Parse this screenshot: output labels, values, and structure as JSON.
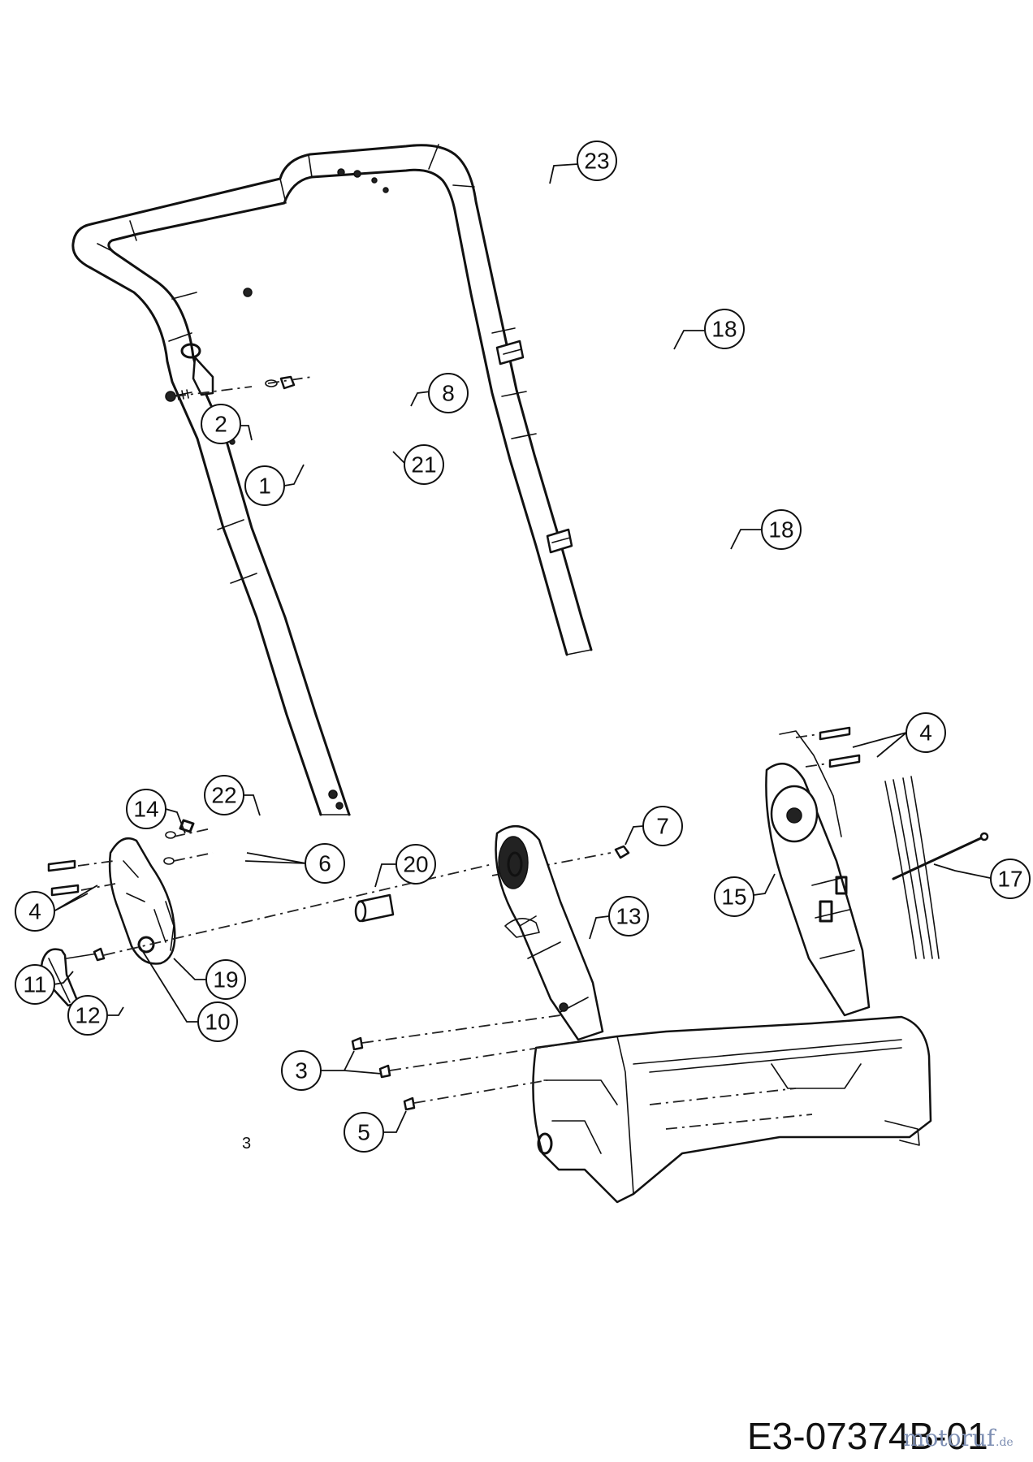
{
  "drawing": {
    "code": "E3-07374B-01",
    "page_note": "3",
    "watermark": "motoruf",
    "watermark_suffix": ".de",
    "callouts": [
      "23",
      "18",
      "18",
      "8",
      "21",
      "2",
      "1",
      "4",
      "14",
      "22",
      "6",
      "7",
      "20",
      "4",
      "13",
      "15",
      "17",
      "11",
      "12",
      "19",
      "10",
      "3",
      "5"
    ]
  }
}
